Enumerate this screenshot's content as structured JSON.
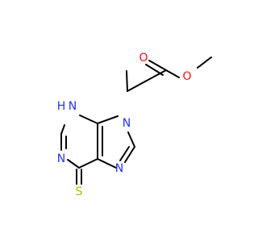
{
  "molecule": {
    "colors": {
      "carbon_bond": "#000000",
      "nitrogen": "#2233ff",
      "oxygen": "#ff0d0d",
      "sulfur": "#b8b800",
      "background": "#ffffff"
    },
    "atom_labels": {
      "n9": "N",
      "n3h": "H",
      "n3": "N",
      "n1": "N",
      "n7": "N",
      "s6": "S",
      "o_carbonyl": "O",
      "o_ester": "O"
    }
  }
}
